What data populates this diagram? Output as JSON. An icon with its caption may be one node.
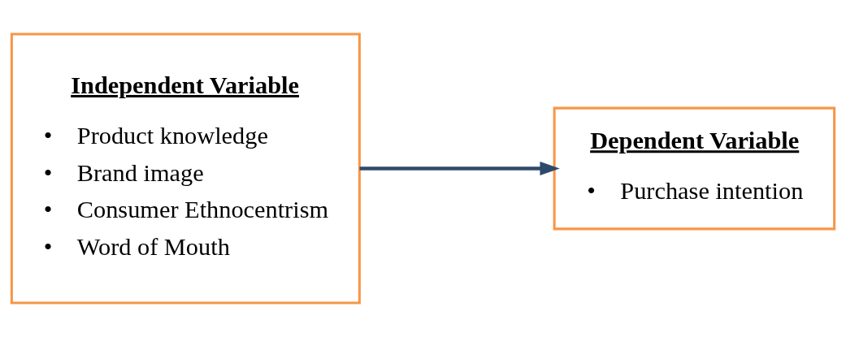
{
  "diagram": {
    "nodes": [
      {
        "text": [
          "Independent Variable",
          "•    Product knowledge",
          "•    Brand image",
          "•    Consumer Ethnocentrism",
          "•    Word of Mouth"
        ]
      },
      {
        "text": [
          "Dependent Variable",
          "•    Purchase intention"
        ]
      }
    ],
    "edges": [
      {
        "from": 0,
        "to": 1,
        "arrow": "to",
        "color": "#2e4a6b"
      }
    ]
  }
}
